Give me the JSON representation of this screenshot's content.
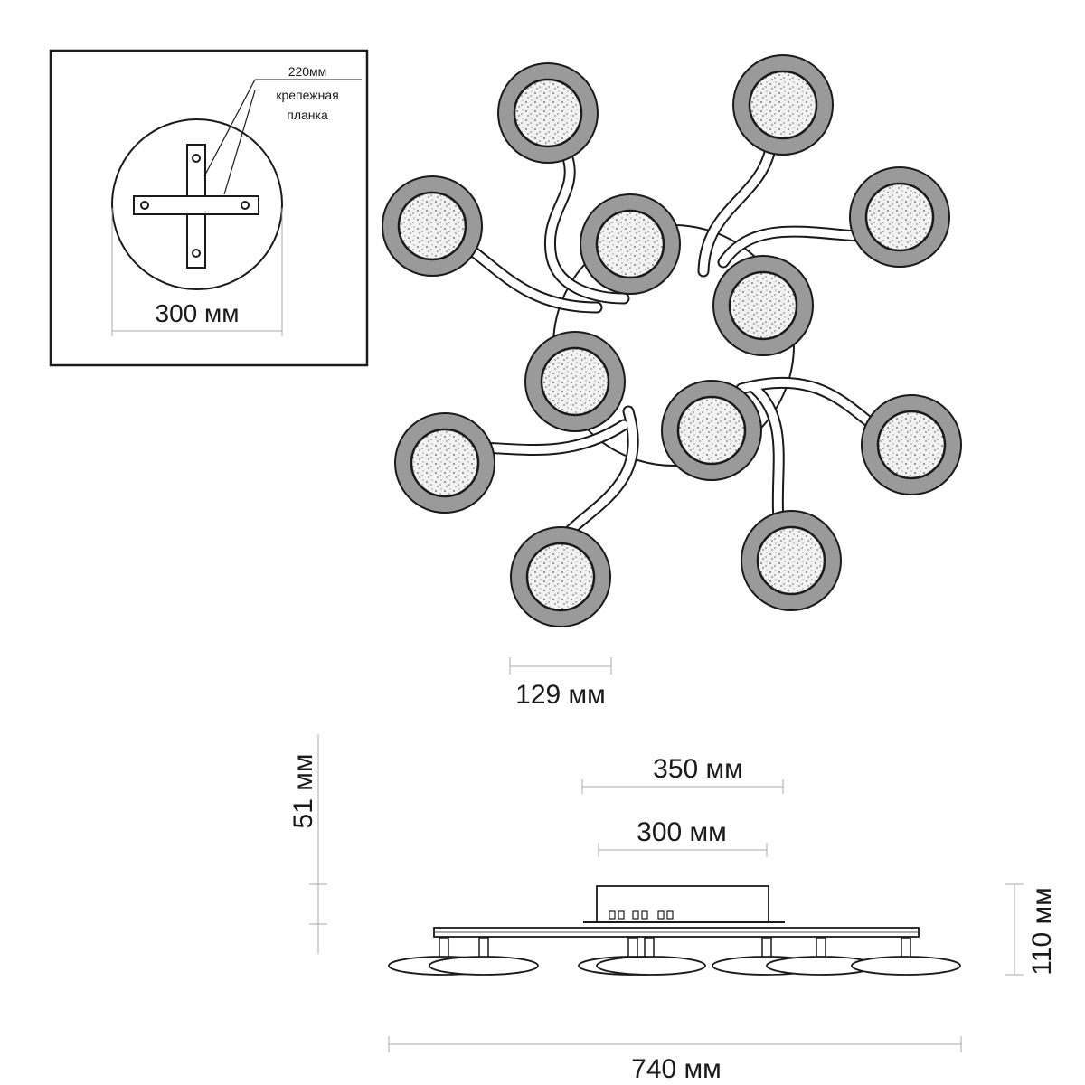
{
  "inset": {
    "plate_width": "300 мм",
    "bracket_label_1": "220мм",
    "bracket_label_2": "крепежная",
    "bracket_label_3": "планка"
  },
  "top_view": {
    "shade_diameter": "129 мм"
  },
  "side_view": {
    "height_top": "51 мм",
    "height_total": "110 мм",
    "base_width_outer": "350 мм",
    "base_width_inner": "300 мм",
    "total_width": "740 мм"
  },
  "colors": {
    "line": "#1a1a1a",
    "shade_ring": "#9a9a9a",
    "shade_inner": "#e8e8e8"
  }
}
